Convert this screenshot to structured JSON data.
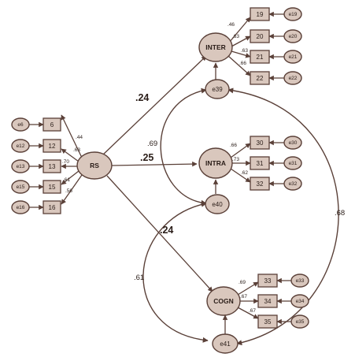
{
  "latent": {
    "rs": "RS",
    "inter": "INTER",
    "intra": "INTRA",
    "cogn": "COGN"
  },
  "residuals": {
    "e39": "e39",
    "e40": "e40",
    "e41": "e41"
  },
  "indicators": {
    "rs": [
      {
        "item": "6",
        "error": "e6",
        "loading": ".44"
      },
      {
        "item": "12",
        "error": "e12",
        "loading": ".63"
      },
      {
        "item": "13",
        "error": "e13",
        "loading": ".70"
      },
      {
        "item": "15",
        "error": "e15",
        "loading": ".61"
      },
      {
        "item": "16",
        "error": "e16",
        "loading": ".56"
      }
    ],
    "inter": [
      {
        "item": "19",
        "error": "e19",
        "loading": ".46"
      },
      {
        "item": "20",
        "error": "e20",
        "loading": ".63"
      },
      {
        "item": "21",
        "error": "e21",
        "loading": ".63"
      },
      {
        "item": "22",
        "error": "e22",
        "loading": ".66"
      }
    ],
    "intra": [
      {
        "item": "30",
        "error": "e30",
        "loading": ".66"
      },
      {
        "item": "31",
        "error": "e31",
        "loading": ".73"
      },
      {
        "item": "32",
        "error": "e32",
        "loading": ".62"
      }
    ],
    "cogn": [
      {
        "item": "33",
        "error": "e33",
        "loading": ".69"
      },
      {
        "item": "34",
        "error": "e34",
        "loading": ".67"
      },
      {
        "item": "35",
        "error": "e35",
        "loading": ".67"
      }
    ]
  },
  "paths": {
    "rs_inter": ".24",
    "rs_intra": ".25",
    "rs_cogn": ".24"
  },
  "covariances": {
    "e39_e40": ".69",
    "e40_e41": ".61",
    "e39_e41": ".68"
  },
  "colors": {
    "node_fill": "#d9c7bd",
    "stroke": "#5a4038"
  }
}
